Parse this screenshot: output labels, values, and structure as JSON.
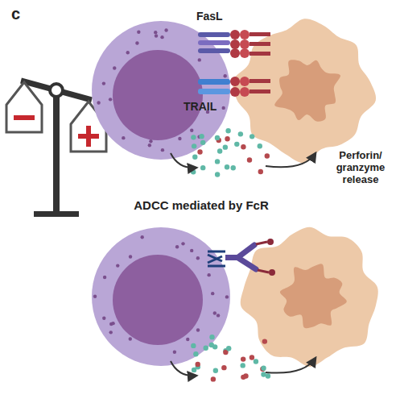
{
  "diagram": {
    "labels": [
      "c",
      "FasL",
      "TRAIL",
      "Perforin/ granzyme release",
      "ADCC mediated by FcR"
    ]
  }
}
